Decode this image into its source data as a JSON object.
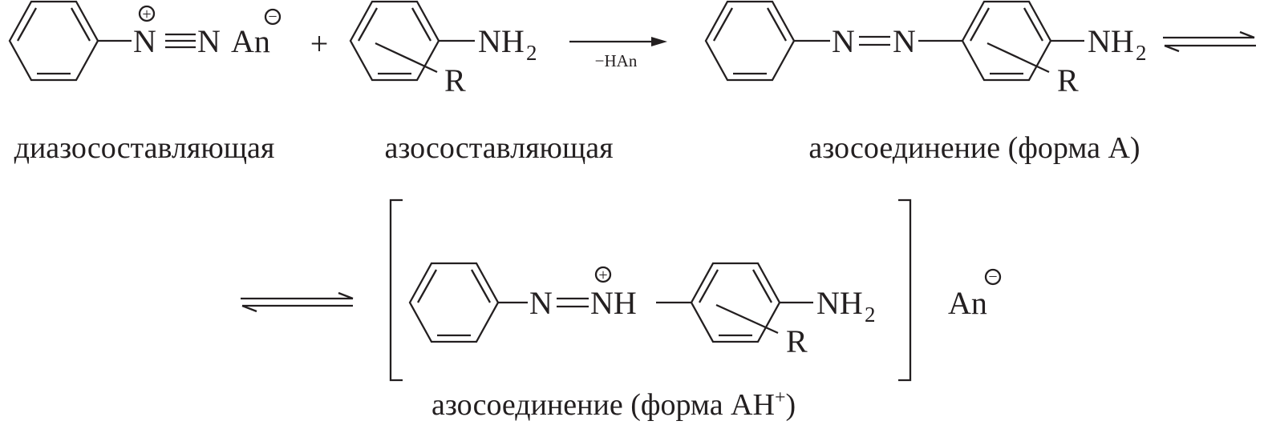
{
  "scheme": {
    "reactant1": {
      "n_plus": "N",
      "triple": "≡",
      "n": "N",
      "anion": "An",
      "plus_charge": "+",
      "minus_charge": "−"
    },
    "plus_sign": "+",
    "reactant2": {
      "nh": "NH",
      "sub": "2",
      "r": "R"
    },
    "arrow_condition": "−HAn",
    "product_a": {
      "n1": "N",
      "double": "=",
      "n2": "N",
      "nh": "NH",
      "sub": "2",
      "r": "R"
    },
    "labels": {
      "diazo": "диазосоставляющая",
      "azo_component": "азосоставляющая",
      "form_a": "азосоединение (форма A)",
      "form_ah_main": "азосоединение (форма AH",
      "form_ah_sup": "+",
      "form_ah_close": ")"
    },
    "product_ah": {
      "n1": "N",
      "double": "=",
      "nh_plus": "NH",
      "plus_charge": "+",
      "nh2": "NH",
      "sub": "2",
      "r": "R",
      "anion": "An",
      "minus_charge": "−"
    }
  }
}
